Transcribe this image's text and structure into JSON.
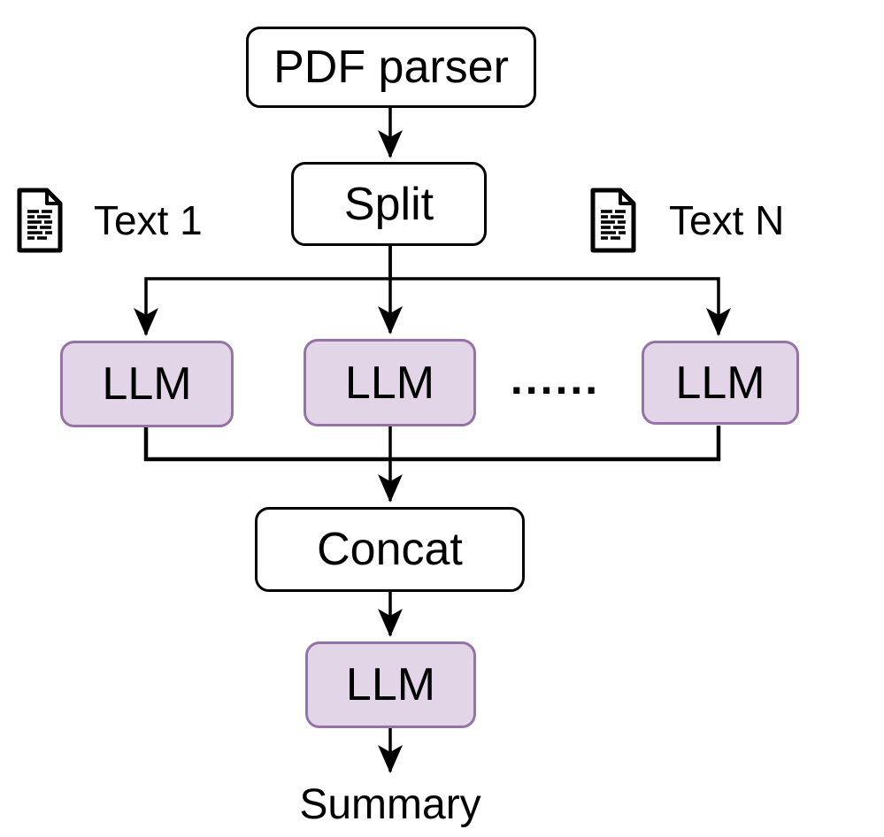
{
  "diagram": {
    "nodes": {
      "pdf_parser": {
        "label": "PDF parser",
        "style": "plain"
      },
      "split": {
        "label": "Split",
        "style": "plain"
      },
      "llm_map_1": {
        "label": "LLM",
        "style": "llm"
      },
      "llm_map_2": {
        "label": "LLM",
        "style": "llm"
      },
      "llm_map_3": {
        "label": "LLM",
        "style": "llm"
      },
      "concat": {
        "label": "Concat",
        "style": "plain"
      },
      "llm_reduce": {
        "label": "LLM",
        "style": "llm"
      },
      "summary": {
        "label": "Summary"
      }
    },
    "side_labels": {
      "text_1": {
        "label": "Text 1",
        "icon": "document-icon"
      },
      "text_n": {
        "label": "Text N",
        "icon": "document-icon"
      }
    },
    "ellipsis": {
      "label": "......"
    },
    "colors": {
      "llm_fill": "#e1d5e7",
      "llm_border": "#9673a6",
      "plain_fill": "#ffffff",
      "line": "#000000",
      "background": "#ffffff"
    }
  }
}
